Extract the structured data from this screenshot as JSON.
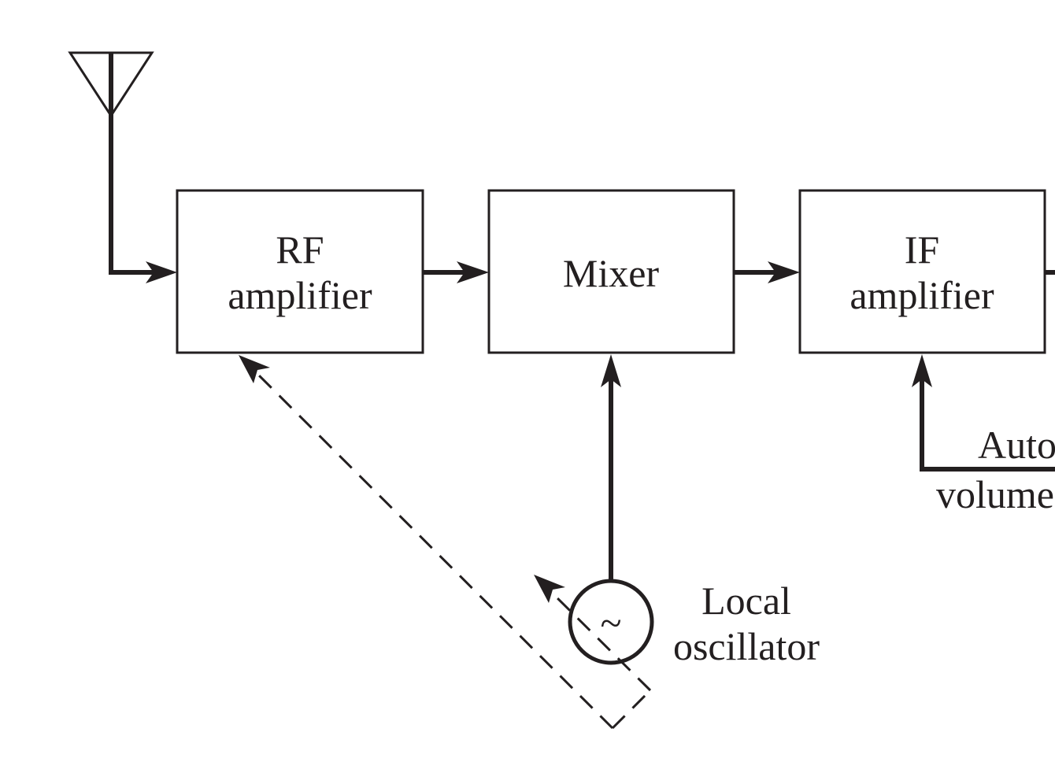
{
  "diagram": {
    "title": "Superheterodyne receiver block diagram",
    "blocks": [
      {
        "id": "rf",
        "line1": "RF",
        "line2": "amplifier"
      },
      {
        "id": "mixer",
        "line1": "Mixer"
      },
      {
        "id": "if",
        "line1": "IF",
        "line2": "amplifier"
      }
    ],
    "oscillator": {
      "symbol": "~",
      "line1": "Local",
      "line2": "oscillator"
    },
    "feedback": {
      "line1": "Auto",
      "line2": "volume"
    },
    "colors": {
      "ink": "#231f20",
      "background": "#ffffff"
    }
  }
}
